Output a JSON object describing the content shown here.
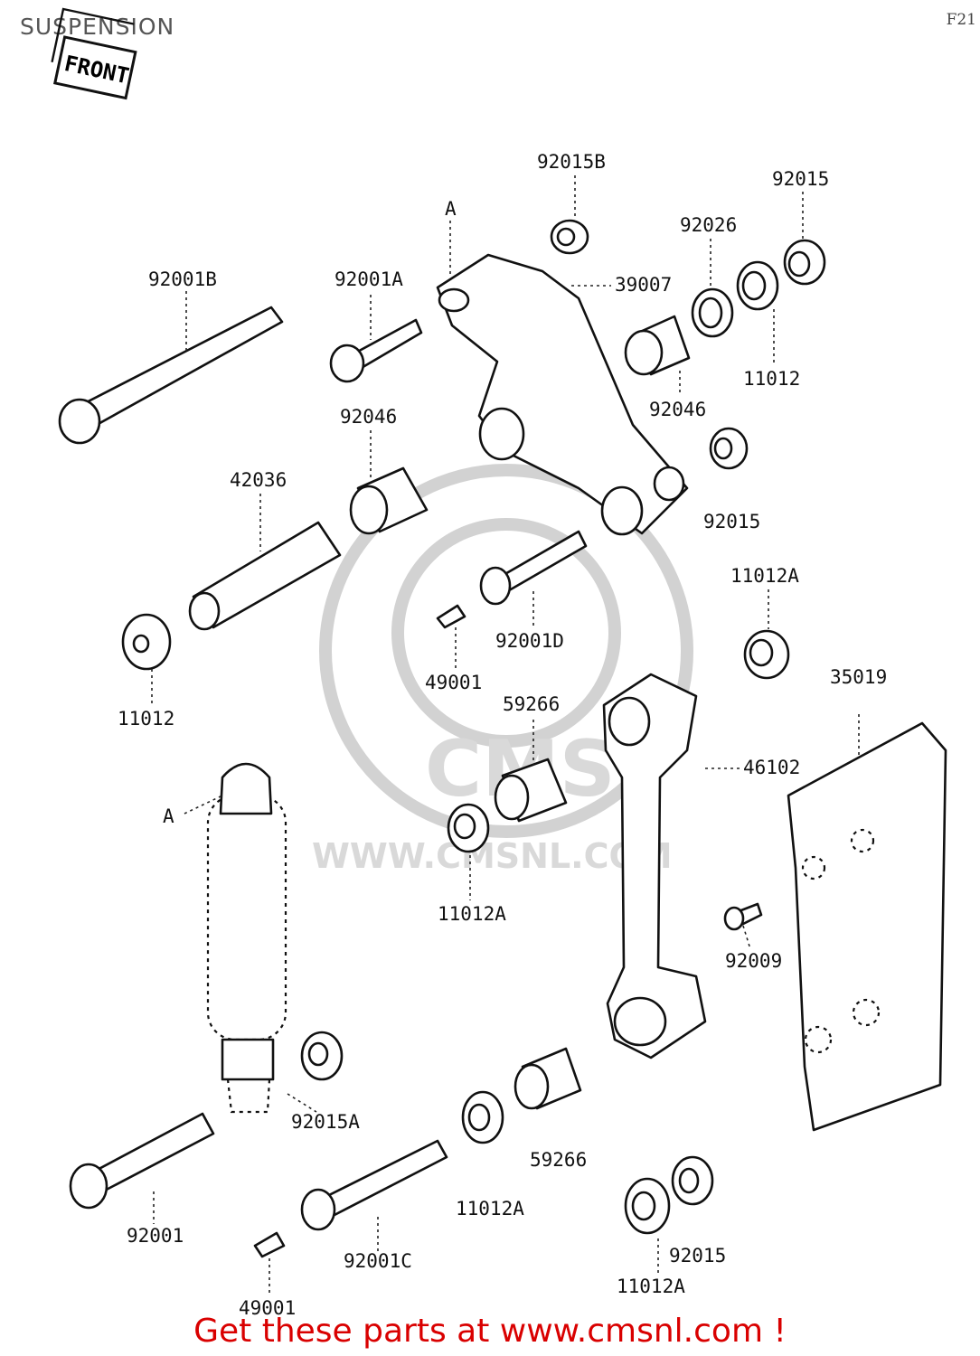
{
  "header": {
    "title": "SUSPENSION",
    "code": "F21"
  },
  "front_marker": "FRONT",
  "watermark": {
    "logo_text": "CMS",
    "url": "WWW.CMSNL.COM"
  },
  "parts": {
    "p92015B": "92015B",
    "p92015_top": "92015",
    "p92026": "92026",
    "p92001B": "92001B",
    "p92001A": "92001A",
    "p39007": "39007",
    "p11012_top": "11012",
    "p92046_right": "92046",
    "p92046_left": "92046",
    "p42036": "42036",
    "p92015_mid": "92015",
    "p11012A_right": "11012A",
    "p92001D": "92001D",
    "p49001_top": "49001",
    "p11012_left": "11012",
    "p59266_top": "59266",
    "p35019": "35019",
    "p46102": "46102",
    "p11012A_mid": "11012A",
    "p92009": "92009",
    "p92015A": "92015A",
    "p59266_bottom": "59266",
    "p11012A_low": "11012A",
    "p92001": "92001",
    "p92001C": "92001C",
    "p92015_bottom": "92015",
    "p11012A_bottom": "11012A",
    "p49001_bottom": "49001",
    "ref_A_top": "A",
    "ref_A_shock": "A"
  },
  "cta": {
    "text": "Get these parts at www.cmsnl.com !",
    "color": "#d90000"
  }
}
